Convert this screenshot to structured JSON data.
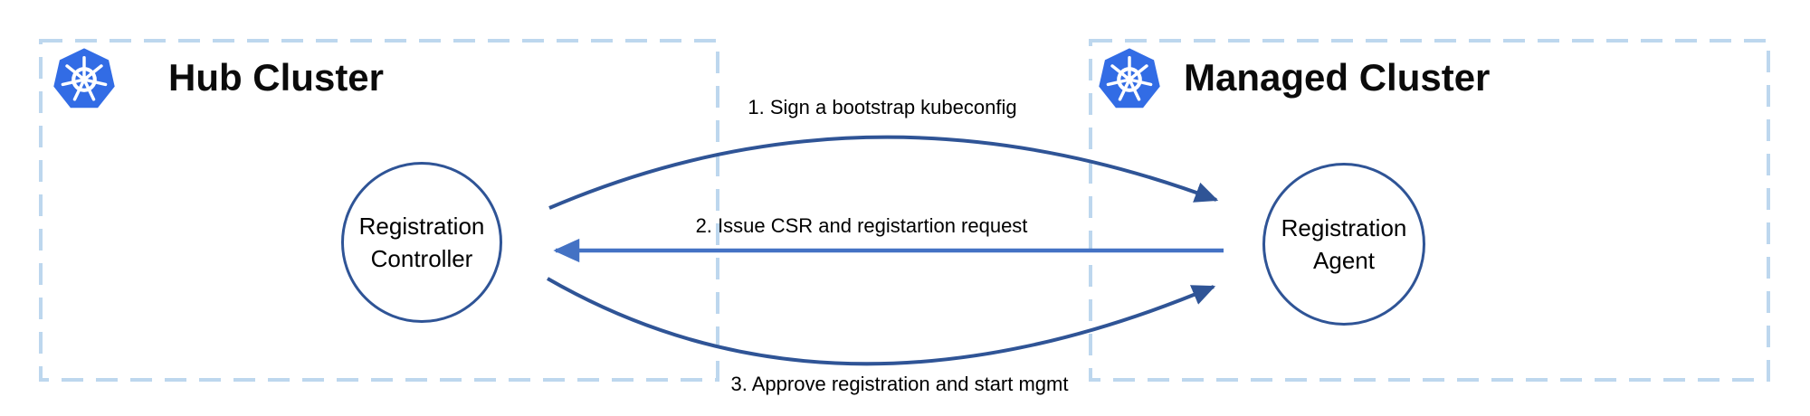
{
  "diagram": {
    "clusters": [
      {
        "id": "hub",
        "title": "Hub Cluster",
        "node": {
          "line1": "Registration",
          "line2": "Controller"
        }
      },
      {
        "id": "managed",
        "title": "Managed Cluster",
        "node": {
          "line1": "Registration",
          "line2": "Agent"
        }
      }
    ],
    "arrows": [
      {
        "step": 1,
        "label": "1. Sign a bootstrap kubeconfig",
        "from": "Registration Controller",
        "to": "Registration Agent",
        "direction": "right",
        "style": "curved-up"
      },
      {
        "step": 2,
        "label": "2. Issue CSR and registartion request",
        "from": "Registration Agent",
        "to": "Registration Controller",
        "direction": "left",
        "style": "straight"
      },
      {
        "step": 3,
        "label": "3. Approve registration and start mgmt",
        "from": "Registration Controller",
        "to": "Registration Agent",
        "direction": "right",
        "style": "curved-down"
      }
    ],
    "colors": {
      "box_border": "#BDD7EE",
      "node_border": "#2F5496",
      "arrow_dark": "#2F5496",
      "arrow_light": "#4472C4",
      "kubernetes_blue": "#326CE5",
      "text": "#000000"
    }
  }
}
